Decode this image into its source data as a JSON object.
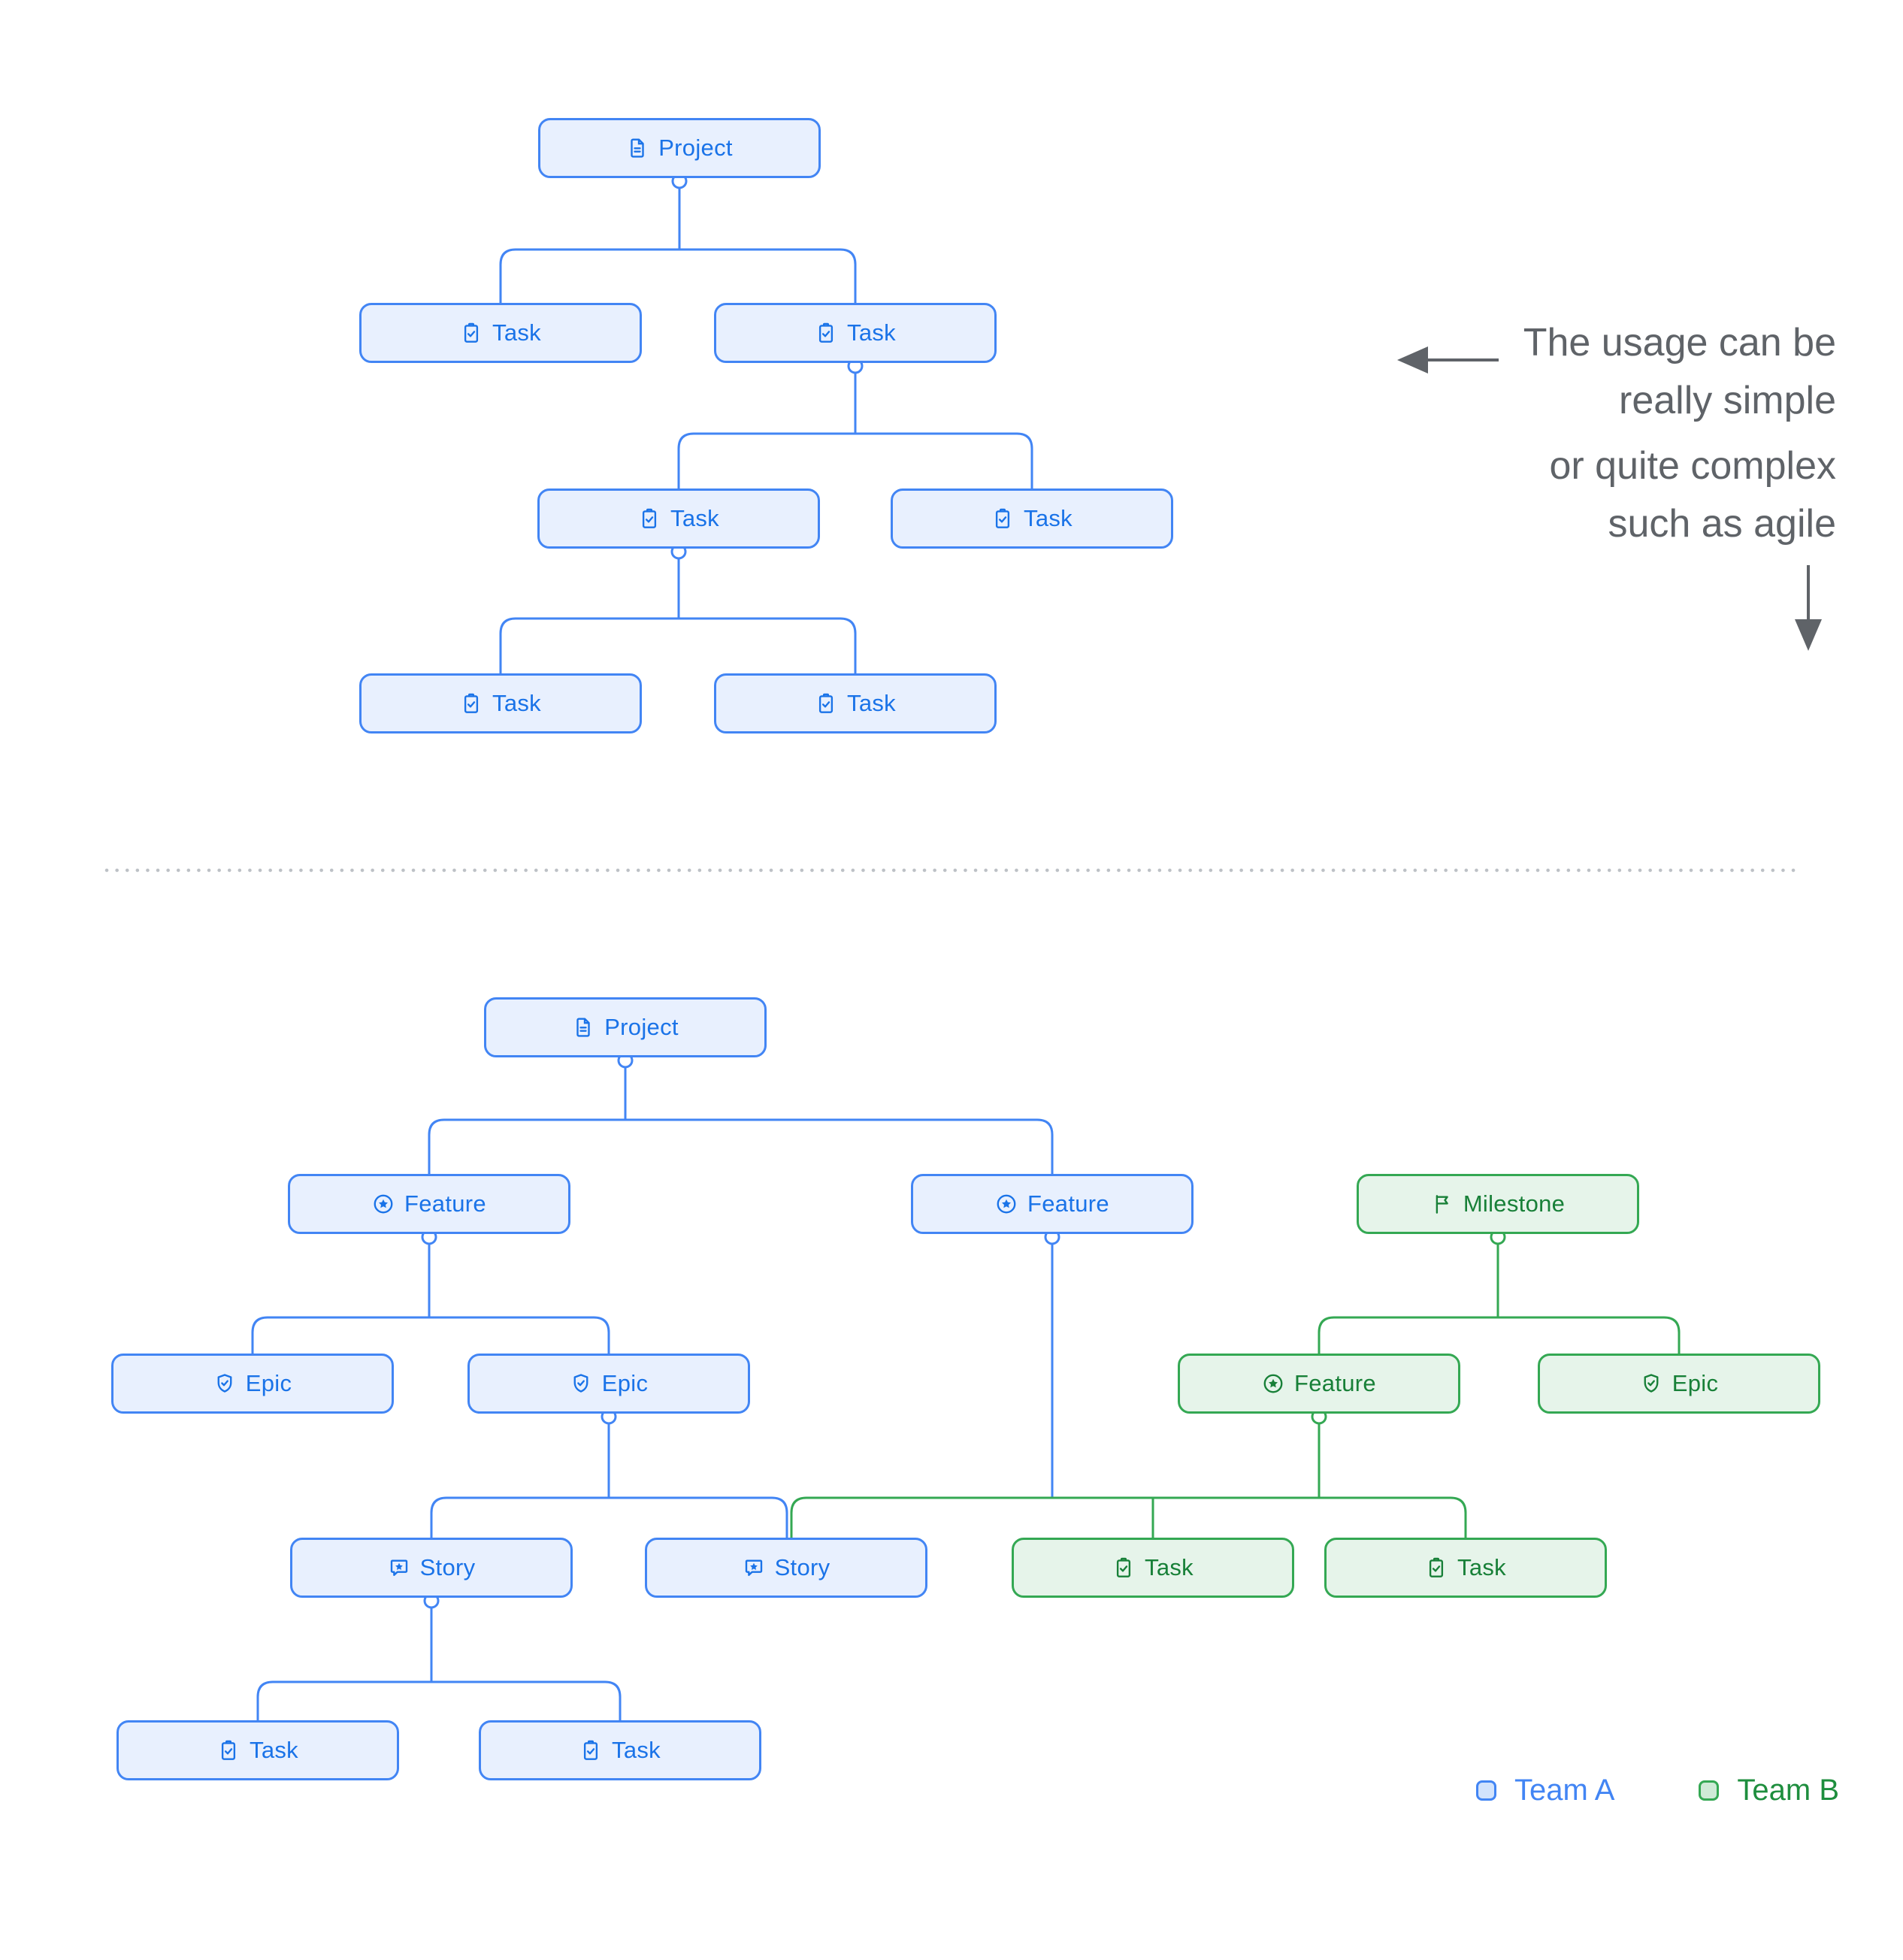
{
  "colors": {
    "team_a_border": "#4285f4",
    "team_a_fill": "#e8f0fe",
    "team_a_text": "#1a73e8",
    "team_b_border": "#34a853",
    "team_b_fill": "#e6f4ea",
    "team_b_text": "#188038",
    "annotation_text": "#5f6368",
    "divider": "#bdc1c6"
  },
  "annotation": {
    "block1_line1": "The usage can be",
    "block1_line2": "really simple",
    "block2_line1": "or quite complex",
    "block2_line2": "such as agile"
  },
  "legend": {
    "team_a_label": "Team A",
    "team_b_label": "Team B"
  },
  "simple_tree": {
    "nodes": [
      {
        "label": "Project",
        "icon": "document",
        "team": "A"
      },
      {
        "label": "Task",
        "icon": "task",
        "team": "A"
      },
      {
        "label": "Task",
        "icon": "task",
        "team": "A"
      },
      {
        "label": "Task",
        "icon": "task",
        "team": "A"
      },
      {
        "label": "Task",
        "icon": "task",
        "team": "A"
      },
      {
        "label": "Task",
        "icon": "task",
        "team": "A"
      },
      {
        "label": "Task",
        "icon": "task",
        "team": "A"
      }
    ]
  },
  "complex_tree": {
    "nodes": [
      {
        "label": "Project",
        "icon": "document",
        "team": "A"
      },
      {
        "label": "Feature",
        "icon": "feature",
        "team": "A"
      },
      {
        "label": "Feature",
        "icon": "feature",
        "team": "A"
      },
      {
        "label": "Milestone",
        "icon": "milestone",
        "team": "B"
      },
      {
        "label": "Epic",
        "icon": "epic",
        "team": "A"
      },
      {
        "label": "Epic",
        "icon": "epic",
        "team": "A"
      },
      {
        "label": "Feature",
        "icon": "feature",
        "team": "B"
      },
      {
        "label": "Epic",
        "icon": "epic",
        "team": "B"
      },
      {
        "label": "Story",
        "icon": "story",
        "team": "A"
      },
      {
        "label": "Story",
        "icon": "story",
        "team": "A"
      },
      {
        "label": "Task",
        "icon": "task",
        "team": "B"
      },
      {
        "label": "Task",
        "icon": "task",
        "team": "B"
      },
      {
        "label": "Task",
        "icon": "task",
        "team": "A"
      },
      {
        "label": "Task",
        "icon": "task",
        "team": "A"
      }
    ]
  }
}
